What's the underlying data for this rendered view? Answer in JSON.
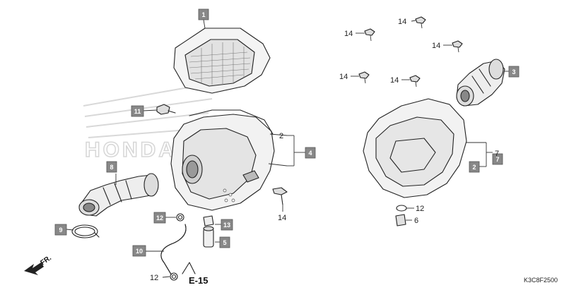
{
  "diagram_code": "K3C8F2500",
  "section_ref": "E-15",
  "direction_label": "FR.",
  "callouts": {
    "c1": "1",
    "c2": "2",
    "c2b": "2",
    "c3": "3",
    "c4": "4",
    "c5": "5",
    "c6": "6",
    "c7": "7",
    "c7b": "7",
    "c8": "8",
    "c9": "9",
    "c10": "10",
    "c11": "11",
    "c12a": "12",
    "c12b": "12",
    "c12c": "12",
    "c13": "13",
    "c14a": "14",
    "c14b": "14",
    "c14c": "14",
    "c14d": "14",
    "c14e": "14",
    "c14f": "14"
  },
  "watermark_text": "HONDA"
}
